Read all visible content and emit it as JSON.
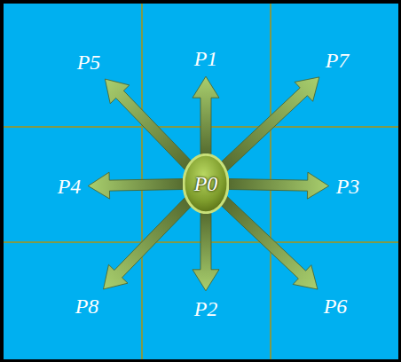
{
  "diagram": {
    "nodes": [
      {
        "text": [
          "P5"
        ]
      },
      {
        "text": [
          "P1"
        ]
      },
      {
        "text": [
          "P7"
        ]
      },
      {
        "text": [
          "P4"
        ]
      },
      {
        "text": [
          "P0"
        ]
      },
      {
        "text": [
          "P3"
        ]
      },
      {
        "text": [
          "P8"
        ]
      },
      {
        "text": [
          "P2"
        ]
      },
      {
        "text": [
          "P6"
        ]
      }
    ],
    "edges": [
      {
        "from": 4,
        "to": 0,
        "arrow": "to"
      },
      {
        "from": 4,
        "to": 1,
        "arrow": "to"
      },
      {
        "from": 4,
        "to": 2,
        "arrow": "to"
      },
      {
        "from": 4,
        "to": 3,
        "arrow": "to"
      },
      {
        "from": 4,
        "to": 5,
        "arrow": "to"
      },
      {
        "from": 4,
        "to": 6,
        "arrow": "to"
      },
      {
        "from": 4,
        "to": 7,
        "arrow": "to"
      },
      {
        "from": 4,
        "to": 8,
        "arrow": "to"
      }
    ]
  }
}
